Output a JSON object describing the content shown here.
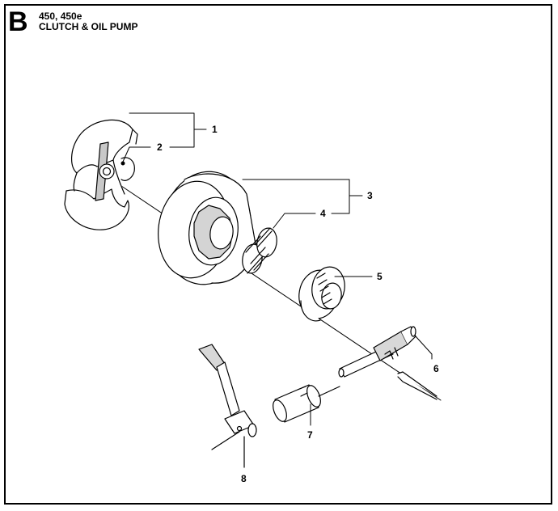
{
  "header": {
    "section_letter": "B",
    "model": "450, 450e",
    "title": "CLUTCH & OIL PUMP"
  },
  "callouts": [
    "1",
    "2",
    "3",
    "4",
    "5",
    "6",
    "7",
    "8"
  ],
  "colors": {
    "line": "#000000",
    "part_fill": "#ffffff",
    "shade": "#c8c8c8"
  }
}
